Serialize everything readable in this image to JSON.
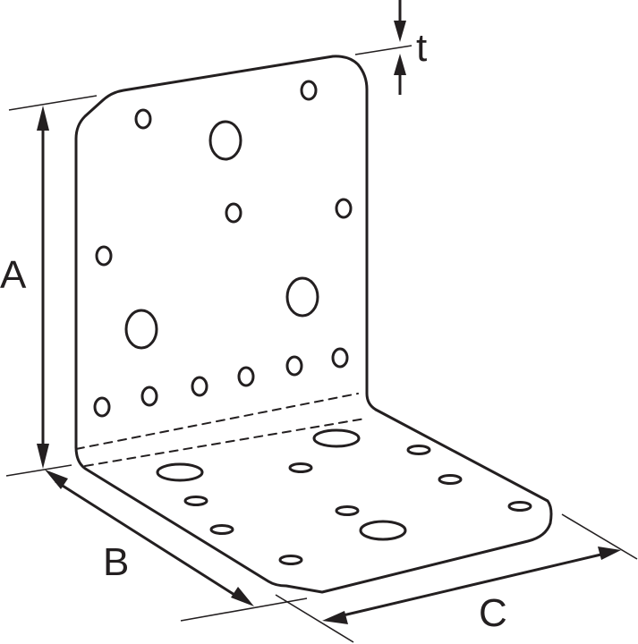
{
  "diagram": {
    "subject": "angle bracket with holes",
    "stroke_color": "#231f20",
    "background": "#ffffff"
  },
  "dimensions": {
    "A": {
      "label": "A"
    },
    "B": {
      "label": "B"
    },
    "C": {
      "label": "C"
    },
    "t": {
      "label": "t"
    }
  }
}
